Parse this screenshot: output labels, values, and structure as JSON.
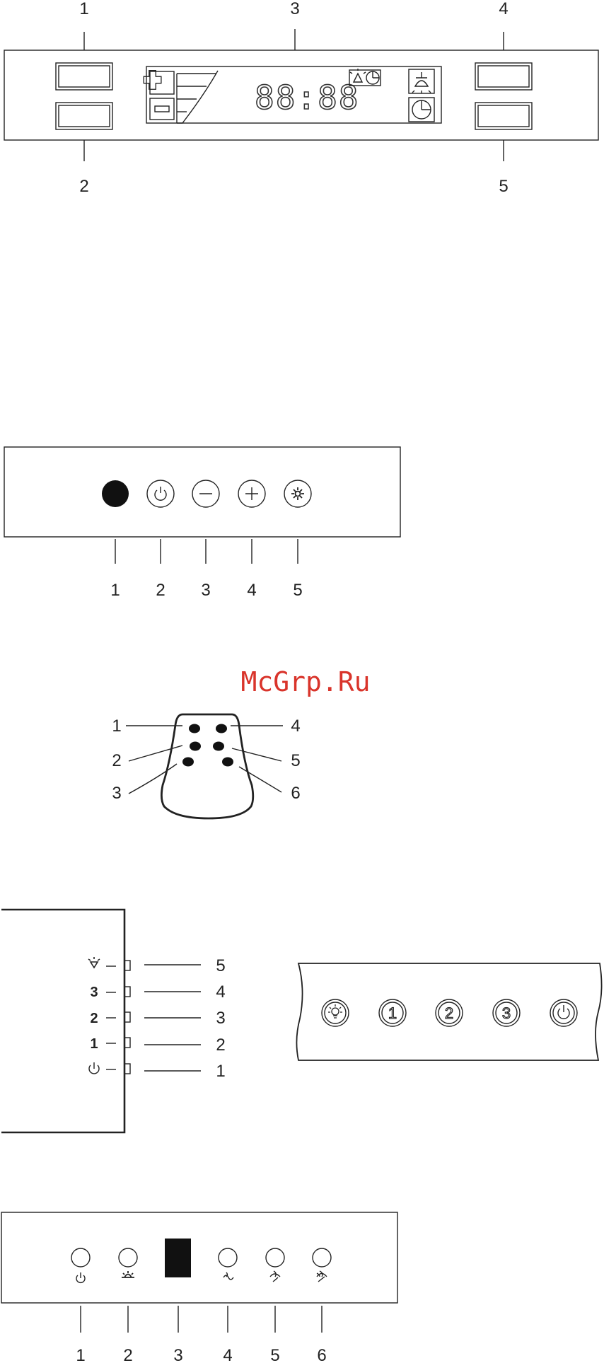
{
  "panel1": {
    "callouts": [
      "1",
      "2",
      "3",
      "4",
      "5"
    ],
    "display": "88:88"
  },
  "panel2": {
    "callouts": [
      "1",
      "2",
      "3",
      "4",
      "5"
    ]
  },
  "watermark": "McGrp.Ru",
  "remote": {
    "callouts": [
      "1",
      "2",
      "3",
      "4",
      "5",
      "6"
    ]
  },
  "panel4": {
    "side_labels": [
      "3",
      "2",
      "1"
    ],
    "callouts": [
      "5",
      "4",
      "3",
      "2",
      "1"
    ],
    "button_labels": [
      "1",
      "2",
      "3"
    ]
  },
  "panel5": {
    "callouts": [
      "1",
      "2",
      "3",
      "4",
      "5",
      "6"
    ]
  }
}
